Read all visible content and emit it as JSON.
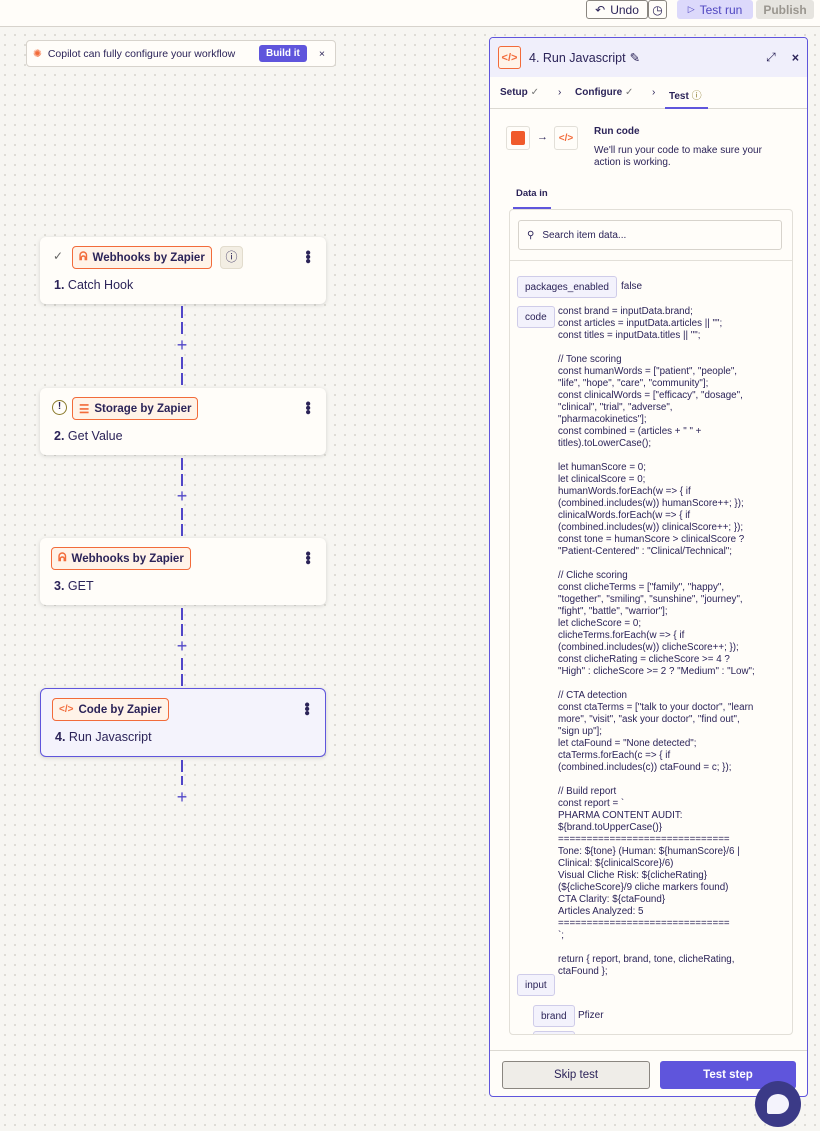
{
  "topbar": {
    "undo": "Undo",
    "test_run": "Test run",
    "publish": "Publish"
  },
  "copilot": {
    "text": "Copilot can fully configure your workflow",
    "build": "Build it"
  },
  "nodes": [
    {
      "app": "Webhooks by Zapier",
      "num": "1.",
      "title": "Catch Hook",
      "status": "check"
    },
    {
      "app": "Storage by Zapier",
      "num": "2.",
      "title": "Get Value",
      "status": "warning"
    },
    {
      "app": "Webhooks by Zapier",
      "num": "3.",
      "title": "GET"
    },
    {
      "app": "Code by Zapier",
      "num": "4.",
      "title": "Run Javascript",
      "selected": true
    }
  ],
  "panel": {
    "title": "4. Run Javascript",
    "tabs": [
      "Setup",
      "Configure",
      "Test"
    ],
    "active_tab": "Test",
    "run_title": "Run code",
    "run_desc": "We'll run your code to make sure your action is working.",
    "data_tab": "Data in",
    "search_placeholder": "Search item data...",
    "fields": {
      "packages_key": "packages_enabled",
      "packages_val": "false",
      "code_key": "code",
      "code": "const brand = inputData.brand;\nconst articles = inputData.articles || \"\";\nconst titles = inputData.titles || \"\";\n\n// Tone scoring\nconst humanWords = [\"patient\", \"people\", \"life\", \"hope\", \"care\", \"community\"];\nconst clinicalWords = [\"efficacy\", \"dosage\", \"clinical\", \"trial\", \"adverse\", \"pharmacokinetics\"];\nconst combined = (articles + \" \" + titles).toLowerCase();\n\nlet humanScore = 0;\nlet clinicalScore = 0;\nhumanWords.forEach(w => { if (combined.includes(w)) humanScore++; });\nclinicalWords.forEach(w => { if (combined.includes(w)) clinicalScore++; });\nconst tone = humanScore > clinicalScore ? \"Patient-Centered\" : \"Clinical/Technical\";\n\n// Cliche scoring\nconst clicheTerms = [\"family\", \"happy\", \"together\", \"smiling\", \"sunshine\", \"journey\", \"fight\", \"battle\", \"warrior\"];\nlet clicheScore = 0;\nclicheTerms.forEach(w => { if (combined.includes(w)) clicheScore++; });\nconst clicheRating = clicheScore >= 4 ? \"High\" : clicheScore >= 2 ? \"Medium\" : \"Low\";\n\n// CTA detection\nconst ctaTerms = [\"talk to your doctor\", \"learn more\", \"visit\", \"ask your doctor\", \"find out\", \"sign up\"];\nlet ctaFound = \"None detected\";\nctaTerms.forEach(c => { if (combined.includes(c)) ctaFound = c; });\n\n// Build report\nconst report = `\nPHARMA CONTENT AUDIT: ${brand.toUpperCase()}\n==============================\nTone: ${tone} (Human: ${humanScore}/6 | Clinical: ${clinicalScore}/6)\nVisual Cliche Risk: ${clicheRating} (${clicheScore}/9 cliche markers found)\nCTA Clarity: ${ctaFound}\nArticles Analyzed: 5\n==============================\n`;\n\nreturn { report, brand, tone, clicheRating, ctaFound };",
      "input_key": "input",
      "brand_key": "brand",
      "brand_val": "Pfizer"
    },
    "skip": "Skip test",
    "test_step": "Test step"
  },
  "colors": {
    "accent": "#5f55dc",
    "brand_orange": "#f26b3a"
  }
}
